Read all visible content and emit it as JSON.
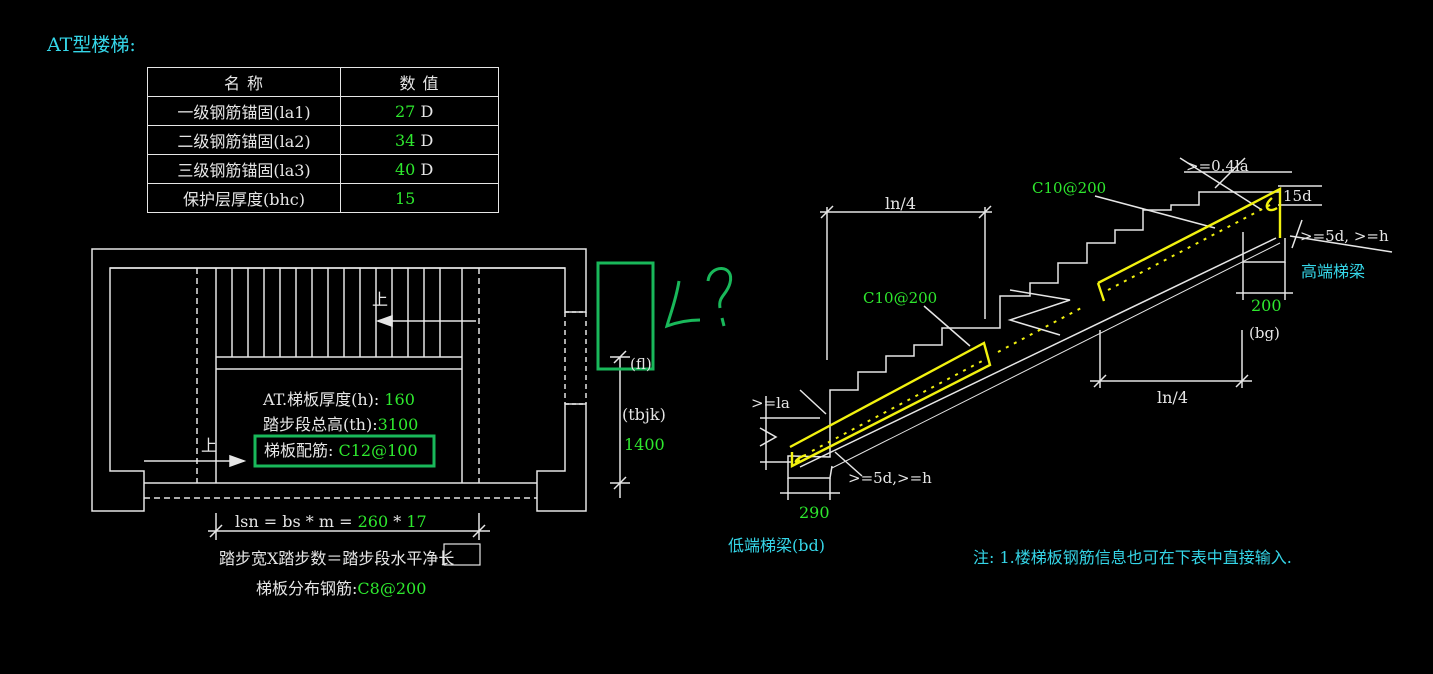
{
  "title": "AT型楼梯:",
  "table": {
    "headers": [
      "名  称",
      "数  值"
    ],
    "rows": [
      {
        "name": "一级钢筋锚固(la1)",
        "value": "27",
        "unit": "D"
      },
      {
        "name": "二级钢筋锚固(la2)",
        "value": "34",
        "unit": "D"
      },
      {
        "name": "三级钢筋锚固(la3)",
        "value": "40",
        "unit": "D"
      },
      {
        "name": "保护层厚度(bhc)",
        "value": "15",
        "unit": ""
      }
    ]
  },
  "plan": {
    "up_label_top": "上",
    "up_label_bottom": "上",
    "thickness_label": "AT.梯板厚度(h):",
    "thickness_value": "160",
    "height_label": "踏步段总高(th):",
    "height_value": "3100",
    "rebar_label": "梯板配筋:",
    "rebar_value": "C12@100",
    "fl_label": "(fl)",
    "tbjk_label": "(tbjk)",
    "tbjk_value": "1400",
    "lsn_formula": "lsn = bs * m = ",
    "bs_value": "260",
    "times": "*",
    "m_value": "17",
    "caption_prefix": "踏步宽X踏步数＝踏步段水平",
    "caption_boxed": "净长",
    "dist_label": "梯板分布钢筋:",
    "dist_value": "C8@200"
  },
  "section": {
    "ln4_top": "ln/4",
    "ln4_bottom": "ln/4",
    "rebar_upper": "C10@200",
    "rebar_lower": "C10@200",
    "anchor_top": ">=0.4la",
    "fifteen_d": "15d",
    "ge5d_top": ">=5d, >=h",
    "high_beam": "高端梯梁",
    "bg_value": "200",
    "bg_label": "(bg)",
    "ge_la": ">=la",
    "ge5d_bottom": ">=5d,>=h",
    "bd_value": "290",
    "low_beam": "低端梯梁(bd)",
    "note": "注: 1.楼梯板钢筋信息也可在下表中直接输入."
  },
  "colors": {
    "background": "#000000",
    "line": "#e6e6e6",
    "value": "#2ee82e",
    "label": "#35d6e8",
    "rebar": "#f2f20f",
    "annotation": "#19b85a"
  }
}
